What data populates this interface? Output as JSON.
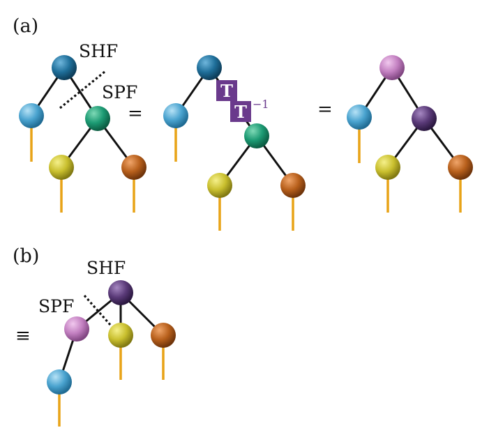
{
  "panels": {
    "a": {
      "label": "(a)"
    },
    "b": {
      "label": "(b)"
    }
  },
  "labels": {
    "shf": "SHF",
    "spf": "SPF",
    "equals": "=",
    "equiv": "≡",
    "t": "T",
    "t_inverse_exponent": "−1"
  },
  "colors": {
    "teal_blue": "#1f6f9a",
    "light_blue": "#4aa3cf",
    "green": "#1c9a73",
    "yellow": "#c9bf2e",
    "orange": "#b8601c",
    "pink": "#c27fc0",
    "dark_purple": "#5a3a78",
    "t_box": "#6a3a8c",
    "leg": "#e8a317",
    "edge": "#111111"
  }
}
